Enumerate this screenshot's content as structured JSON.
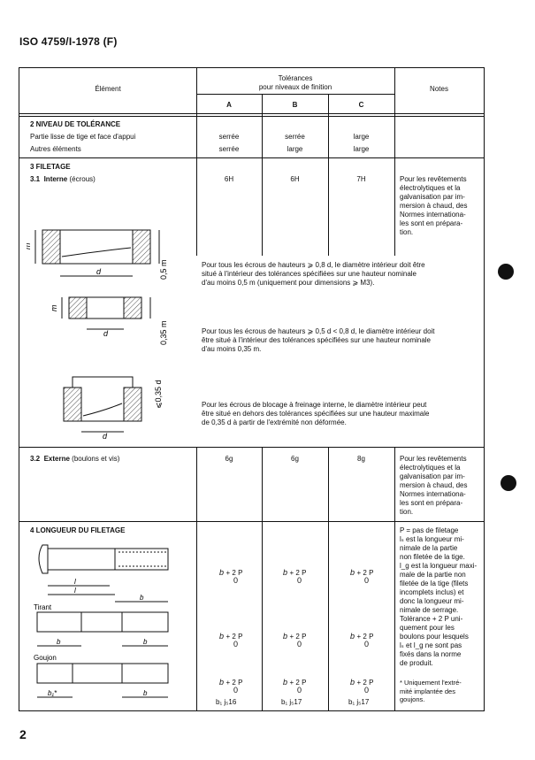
{
  "header": "ISO 4759/I-1978 (F)",
  "page_number": "2",
  "table_head": {
    "element": "Élément",
    "tolerances_l1": "Tolérances",
    "tolerances_l2": "pour niveaux de finition",
    "col_a": "A",
    "col_b": "B",
    "col_c": "C",
    "notes": "Notes"
  },
  "s2": {
    "title": "2  NIVEAU DE TOLÉRANCE",
    "row1": {
      "label": "Partie lisse de tige et face d'appui",
      "a": "serrée",
      "b": "serrée",
      "c": "large"
    },
    "row2": {
      "label": "Autres éléments",
      "a": "serrée",
      "b": "large",
      "c": "large"
    }
  },
  "s3": {
    "title": "3  FILETAGE",
    "s31_num": "3.1",
    "s31_bold": "Interne",
    "s31_rest": "(écrous)",
    "s31_a": "6H",
    "s31_b": "6H",
    "s31_c": "7H",
    "note_lines": [
      "Pour les revêtements",
      "électrolytiques et la",
      "galvanisation par im-",
      "mersion à chaud, des",
      "Normes internationa-",
      "les sont en prépara-",
      "tion."
    ],
    "p1": [
      "Pour tous les écrous de hauteurs ⩾ 0,8 d, le diamètre intérieur doit être",
      "situé à l'intérieur des tolérances spécifiées sur une hauteur nominale",
      "d'au moins 0,5 m (uniquement pour dimensions ⩾ M3)."
    ],
    "p2": [
      "Pour tous les écrous de hauteurs ⩾ 0,5 d < 0,8 d, le diamètre intérieur doit",
      "être situé à l'intérieur des tolérances spécifiées sur une hauteur nominale",
      "d'au moins 0,35 m."
    ],
    "p3": [
      "Pour les écrous de blocage à freinage interne, le diamètre intérieur peut",
      "être situé en dehors des tolérances spécifiées sur une hauteur maximale",
      "de 0,35 d à partir de l'extrémité non déformée."
    ],
    "fig_labels": {
      "m": "m",
      "d": "d",
      "h05": "0,5 m",
      "h035": "0,35 m",
      "h035d": "⩽0,35 d"
    }
  },
  "s32": {
    "num": "3.2",
    "bold": "Externe",
    "rest": "(boulons et vis)",
    "a": "6g",
    "b": "6g",
    "c": "8g",
    "note_lines": [
      "Pour les revêtements",
      "électrolytiques et la",
      "galvanisation par im-",
      "mersion à chaud, des",
      "Normes internationa-",
      "les sont en prépara-",
      "tion."
    ]
  },
  "s4": {
    "title": "4  LONGUEUR DU FILETAGE",
    "tirant": "Tirant",
    "goujon": "Goujon",
    "lbl_ls": "l",
    "lbl_lg": "l",
    "lbl_b": "b",
    "lbl_b1": "b₁*",
    "tol_base": "b",
    "tol_plus": "+ 2 P",
    "tol_minus": "0",
    "bottom_a": "b₁ j₅16",
    "bottom_b": "b₁ j₅17",
    "bottom_c": "b₁ j₅17",
    "notes": [
      "P = pas de filetage",
      "lₛ est la longueur mi-",
      "nimale de la partie",
      "non filetée de la tige.",
      "l_g est la longueur maxi-",
      "male de la partie non",
      "filetée de la tige (filets",
      "incomplets inclus) et",
      "donc la longueur mi-",
      "nimale de serrage.",
      "Tolérance + 2 P uni-",
      "quement pour les",
      "boulons pour lesquels",
      "lₛ et l_g ne sont pas",
      "fixés dans la norme",
      "de produit."
    ],
    "footnote": [
      "*  Uniquement l'extré-",
      "mité implantée des",
      "goujons."
    ]
  }
}
